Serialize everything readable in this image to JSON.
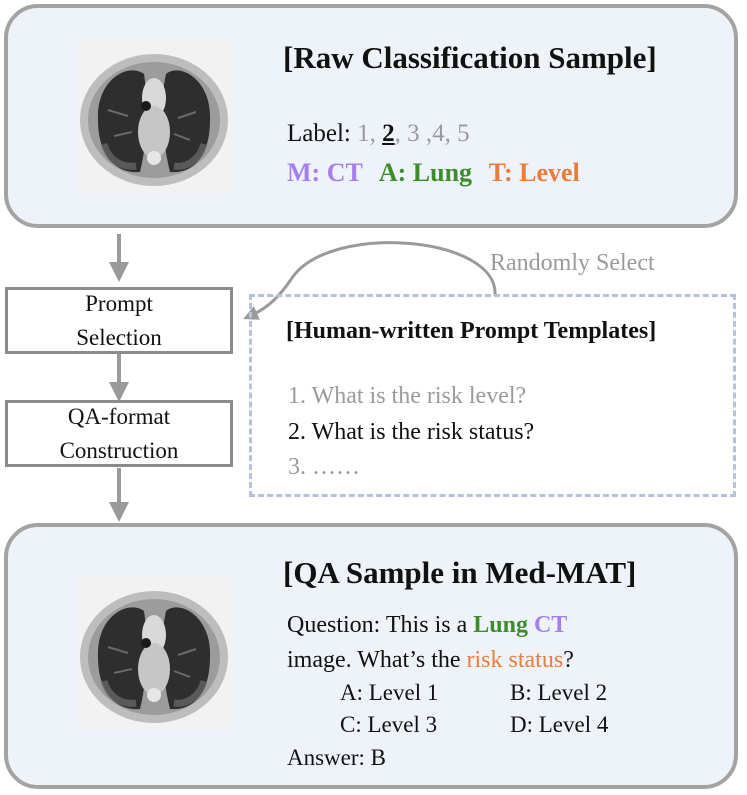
{
  "raw_sample": {
    "title": "[Raw Classification Sample]",
    "label_prefix": "Label:",
    "label_1": "1,",
    "label_2": "2",
    "label_rest": ", 3 ,4, 5",
    "modality": "M: CT",
    "anatomy": "A: Lung",
    "task": "T: Level"
  },
  "flow": {
    "prompt_selection": "Prompt\nSelection",
    "qa_construction": "QA-format\nConstruction",
    "randomly_select": "Randomly Select"
  },
  "templates": {
    "title": "[Human-written Prompt Templates]",
    "item_1": "1. What is the risk level?",
    "item_2": "2. What is the risk status?",
    "item_3": "3. ……"
  },
  "qa_sample": {
    "title": "[QA Sample in Med-MAT]",
    "q_prefix": "Question: This is a",
    "q_lung": "Lung",
    "q_ct": "CT",
    "q_line2_prefix": "image. What’s the",
    "q_risk": "risk status",
    "q_mark": "?",
    "opt_a": "A: Level 1",
    "opt_b": "B: Level 2",
    "opt_c": "C: Level 3",
    "opt_d": "D: Level 4",
    "answer": "Answer: B"
  },
  "colors": {
    "modality": "#a57ff0",
    "anatomy": "#3e8d2c",
    "task": "#ea7d3c",
    "panel_bg": "#eef3fa",
    "border": "#a3a3a3"
  }
}
